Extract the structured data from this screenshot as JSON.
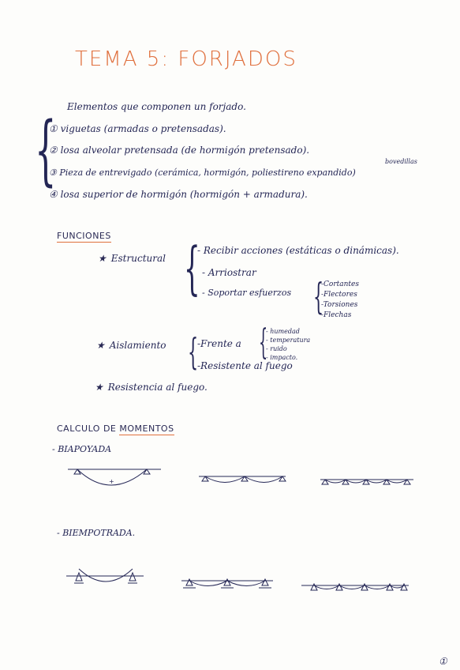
{
  "title": "TEMA 5: FORJADOS",
  "elements": {
    "intro": "Elementos que componen un forjado.",
    "items": [
      "① viguetas (armadas o pretensadas).",
      "② losa alveolar pretensada (de hormigón pretensado).",
      "③ Pieza de entrevigado (cerámica, hormigón, poliestireno expandido)",
      "④ losa superior de hormigón (hormigón + armadura)."
    ],
    "annotation": "bovedillas"
  },
  "functions": {
    "heading": "FUNCIONES",
    "structural": {
      "label": "Estructural",
      "items": [
        "- Recibir acciones (estáticas o dinámicas).",
        "- Arriostrar",
        "- Soportar esfuerzos"
      ],
      "efforts": [
        "-Cortantes",
        "-Flectores",
        "-Torsiones",
        "-Flechas"
      ]
    },
    "insulation": {
      "label": "Aislamiento",
      "front": "-Frente a",
      "front_items": [
        "- humedad",
        "- temperatura",
        "- ruido",
        "- impacto."
      ],
      "resistant": "-Resistente al fuego"
    },
    "fire": "Resistencia al fuego."
  },
  "moments": {
    "heading_a": "CALCULO DE",
    "heading_b": "MOMENTOS",
    "simply_supported": "- BIAPOYADA",
    "fixed": "- BIEMPOTRADA."
  },
  "page_number": "①"
}
